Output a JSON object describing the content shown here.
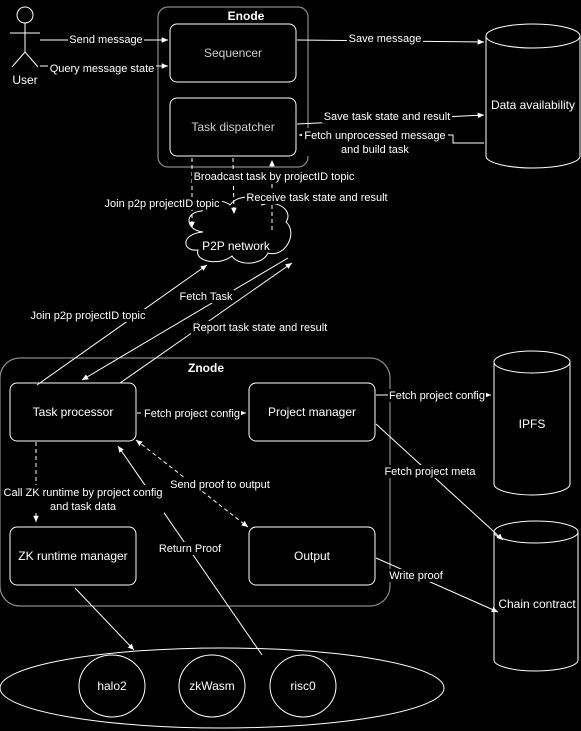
{
  "actor": {
    "label": "User"
  },
  "groups": {
    "enode": "Enode",
    "znode": "Znode"
  },
  "nodes": {
    "sequencer": "Sequencer",
    "task_dispatcher": "Task dispatcher",
    "data_availability": "Data availability",
    "p2p_network": "P2P network",
    "task_processor": "Task processor",
    "project_manager": "Project manager",
    "ipfs": "IPFS",
    "zk_runtime_manager": "ZK runtime manager",
    "output": "Output",
    "chain_contract": "Chain contract",
    "halo2": "halo2",
    "zkwasm": "zkWasm",
    "risc0": "risc0"
  },
  "edges": {
    "send_message": "Send message",
    "query_message_state": "Query message state",
    "save_message": "Save message",
    "save_task_state": "Save task state and result",
    "fetch_unprocessed_1": "Fetch unprocessed message",
    "fetch_unprocessed_2": "and build task",
    "broadcast_task": "Broadcast task by projectID topic",
    "join_p2p_enode": "Join p2p projectID topic",
    "receive_task_state": "Receive task state and result",
    "fetch_task": "Fetch Task",
    "join_p2p_znode": "Join p2p projectID topic",
    "report_task_state": "Report task state and result",
    "fetch_project_config_pm": "Fetch project config",
    "fetch_project_config_ipfs": "Fetch project config",
    "fetch_project_meta": "Fetch project meta",
    "send_proof": "Send proof to output",
    "call_zk_1": "Call ZK runtime by project config",
    "call_zk_2": "and task data",
    "return_proof": "Return Proof",
    "write_proof": "Write proof"
  }
}
